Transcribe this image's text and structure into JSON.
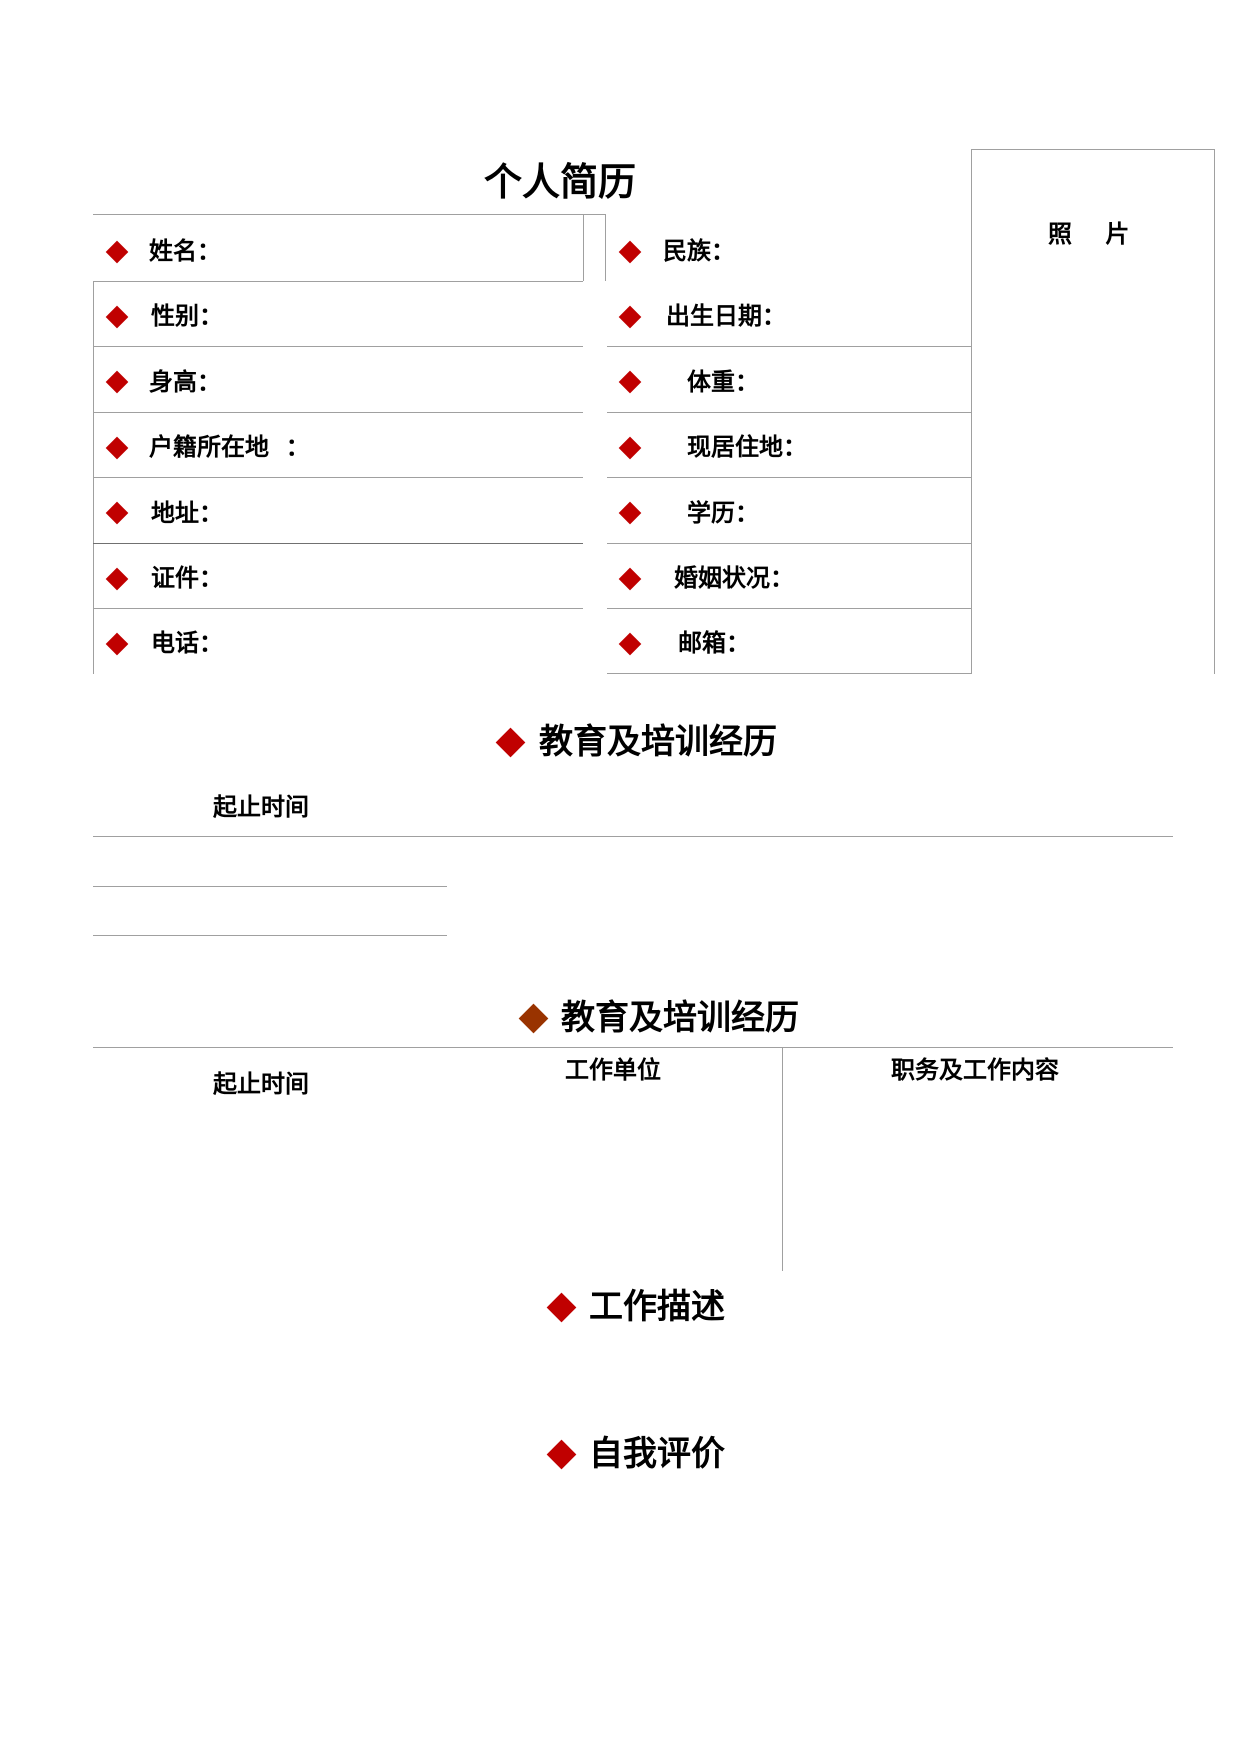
{
  "resume": {
    "title": "个人简历",
    "photo_label": "照    片"
  },
  "personal_info": {
    "left": [
      {
        "label": "姓名："
      },
      {
        "label": "性别："
      },
      {
        "label": "身高："
      },
      {
        "label": "户籍所在地  ："
      },
      {
        "label": "地址："
      },
      {
        "label": "证件："
      },
      {
        "label": "电话："
      }
    ],
    "right": [
      {
        "label": "民族："
      },
      {
        "label": "出生日期："
      },
      {
        "label": "体重："
      },
      {
        "label": "现居住地："
      },
      {
        "label": "学历："
      },
      {
        "label": "婚姻状况："
      },
      {
        "label": "邮箱："
      }
    ]
  },
  "education": {
    "title": "教育及培训经历",
    "col_time": "起止时间"
  },
  "work_history": {
    "title": "教育及培训经历",
    "col_time": "起止时间",
    "col_employer": "工作单位",
    "col_duties": "职务及工作内容"
  },
  "work_description": {
    "title": "工作描述"
  },
  "self_evaluation": {
    "title": "自我评价"
  },
  "colors": {
    "bullet_red": "#c00000",
    "bullet_brown": "#993300",
    "rule_gray": "#a0a0a0"
  },
  "icons": {
    "bullet": "diamond-icon"
  }
}
